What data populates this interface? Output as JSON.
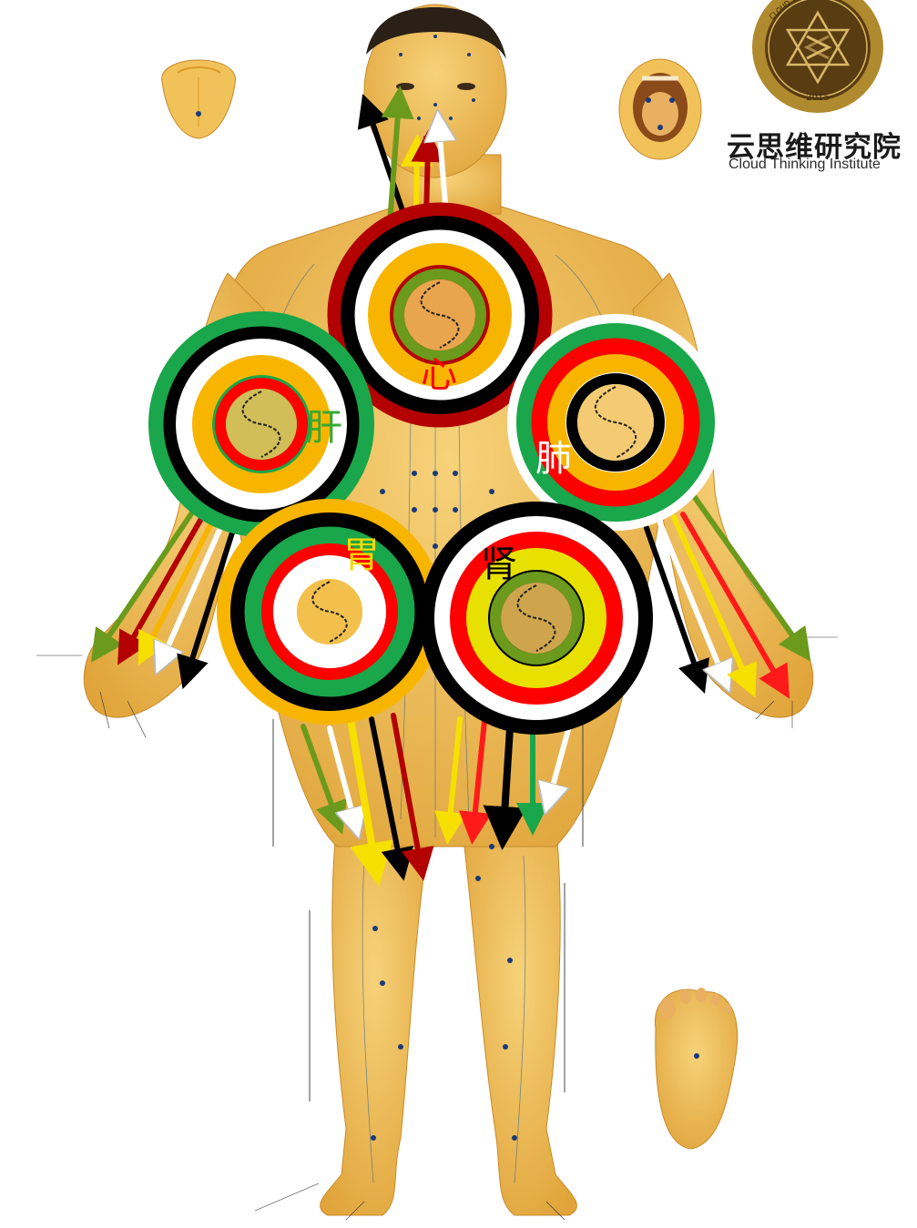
{
  "logo": {
    "seal_year": "2015",
    "seal_ring_text": "CLOUD THINKING INSTITUTE",
    "name_cn": "云思维研究院",
    "name_en": "Cloud Thinking Institute",
    "color_gold": "#b08a2e",
    "color_brown": "#5a3c12"
  },
  "organs": [
    {
      "label": "心",
      "label_color": "#ff0000",
      "ring_colors": [
        "#b30000",
        "#000000",
        "#ffffff",
        "#f7b500",
        "#6b9a1c"
      ]
    },
    {
      "label": "肝",
      "label_color": "#3aa832",
      "ring_colors": [
        "#1aa64a",
        "#000000",
        "#ffffff",
        "#f7b500",
        "#ff0000"
      ]
    },
    {
      "label": "肺",
      "label_color": "#ffffff",
      "ring_colors": [
        "#ffffff",
        "#1aa64a",
        "#ff0000",
        "#f7b500",
        "#000000"
      ]
    },
    {
      "label": "胃",
      "label_color": "#f7d800",
      "ring_colors": [
        "#f7b500",
        "#000000",
        "#1aa64a",
        "#ff0000",
        "#ffffff"
      ]
    },
    {
      "label": "肾",
      "label_color": "#000000",
      "ring_colors": [
        "#000000",
        "#ffffff",
        "#ff0000",
        "#e8e000",
        "#6b9a1c"
      ]
    }
  ],
  "arrow_colors": {
    "green": "#6b9a1c",
    "dark_red": "#b30000",
    "yellow": "#f7e000",
    "white": "#ffffff",
    "black": "#000000",
    "red": "#ff1a1a",
    "bright_green": "#1aa64a"
  },
  "figure": {
    "skin_color": "#f2c25a",
    "skin_shadow": "#d99a2a",
    "background": "#ffffff"
  },
  "icons": [
    "yin-yang-icon",
    "tongue-icon",
    "mouth-icon",
    "foot-sole-icon",
    "hexagram-seal-icon"
  ]
}
